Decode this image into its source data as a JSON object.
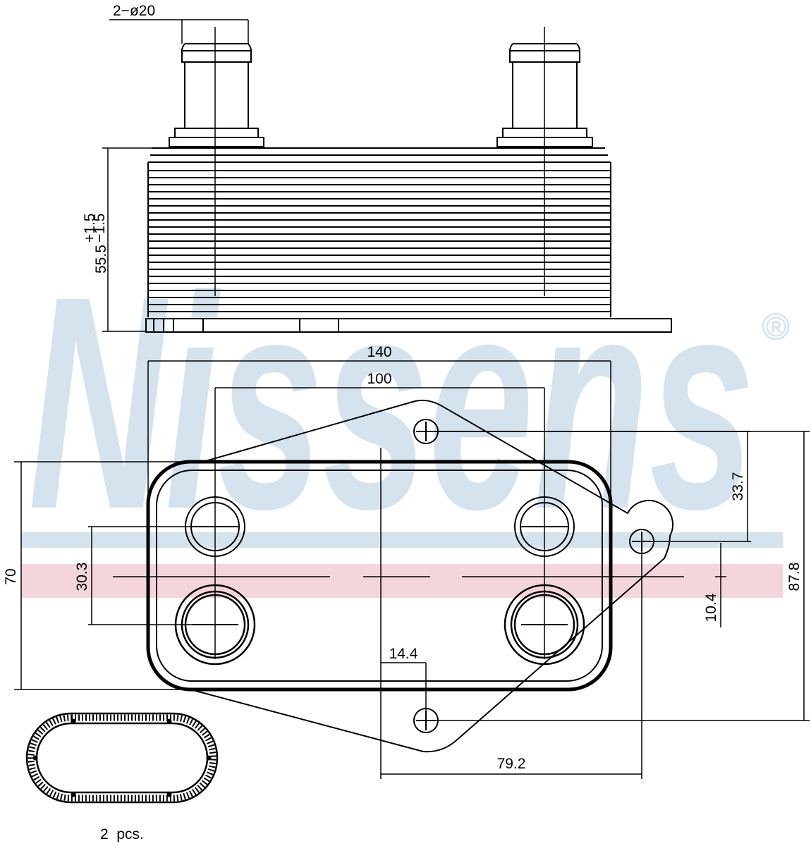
{
  "watermark": {
    "brand": "Nissens",
    "registered_mark": "®",
    "brand_color": "#d5e3ee",
    "stripe_blue": "#d5e3ee",
    "stripe_red": "#f5d5dc"
  },
  "dimensions": {
    "port_spec": "2−ø20",
    "height_base": "55.5",
    "height_tol_plus": "+1.5",
    "height_tol_minus": "−1.5",
    "width_overall": "140",
    "port_spacing": "100",
    "height_body": "70",
    "port_pitch": "30.3",
    "hole_offset_top": "33.7",
    "flange_height": "87.8",
    "hole_offset_side": "10.4",
    "hole_offset_bottom": "14.4",
    "hole_spacing": "79.2"
  },
  "gasket": {
    "quantity_label": "2  pcs."
  }
}
